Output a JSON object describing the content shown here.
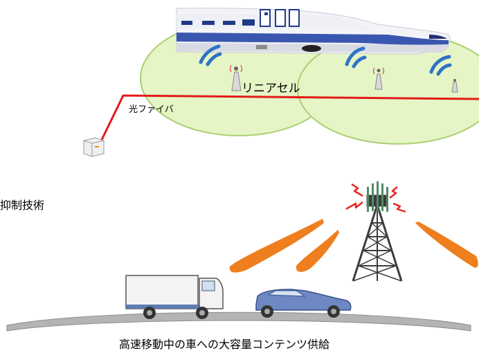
{
  "labels": {
    "linear_cell": "リニアセル",
    "optical_fiber": "光ファイバ",
    "suppression_tech": "抑制技術",
    "caption": "高速移動中の車への大容量コンテンツ供給"
  },
  "colors": {
    "cell_fill": "#e5f5c5",
    "cell_stroke": "#a9cf72",
    "fiber": "#e21a1a",
    "wave": "#2f73c6",
    "beam": "#ee7e1e",
    "road": "#b4b4b4",
    "tower": "#3c3c3c",
    "signal": "#e8261f"
  },
  "icons": [
    "shinkansen-train-icon",
    "antenna-icon",
    "signal-wave-icon",
    "server-icon",
    "cell-tower-icon",
    "truck-icon",
    "car-icon",
    "radio-beam-icon",
    "road-icon"
  ]
}
